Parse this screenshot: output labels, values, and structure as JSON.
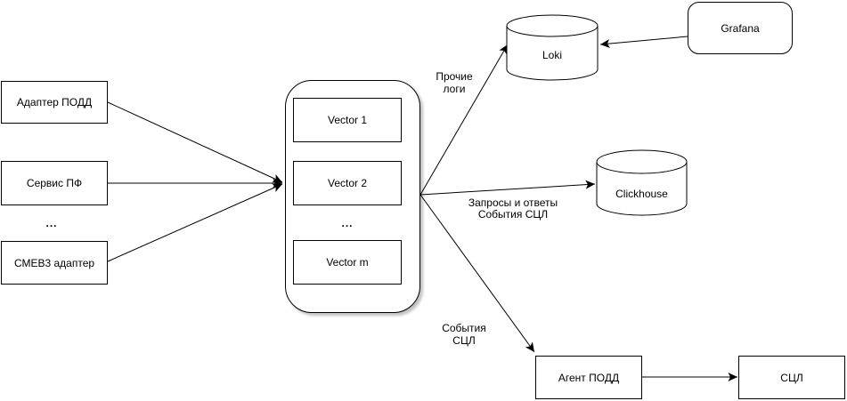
{
  "colors": {
    "background": "#ffffff",
    "stroke": "#000000",
    "text": "#000000"
  },
  "nodes": {
    "sources": [
      {
        "label": "Адаптер ПОДД"
      },
      {
        "label": "Сервис ПФ"
      },
      {
        "label": "СМЕВ3 адаптер"
      }
    ],
    "sources_ellipsis": "...",
    "vector_group": {
      "items": [
        {
          "label": "Vector 1"
        },
        {
          "label": "Vector 2"
        },
        {
          "label": "Vector m"
        }
      ],
      "ellipsis": "..."
    },
    "loki": {
      "label": "Loki",
      "shape": "cylinder"
    },
    "grafana": {
      "label": "Grafana"
    },
    "clickhouse": {
      "label": "Clickhouse",
      "shape": "cylinder"
    },
    "agent_podd": {
      "label": "Агент ПОДД"
    },
    "scl": {
      "label": "СЦЛ"
    }
  },
  "edge_labels": {
    "to_loki": "Прочие логи",
    "to_clickhouse": "Запросы и ответы События СЦЛ",
    "to_agent": "События СЦЛ"
  }
}
